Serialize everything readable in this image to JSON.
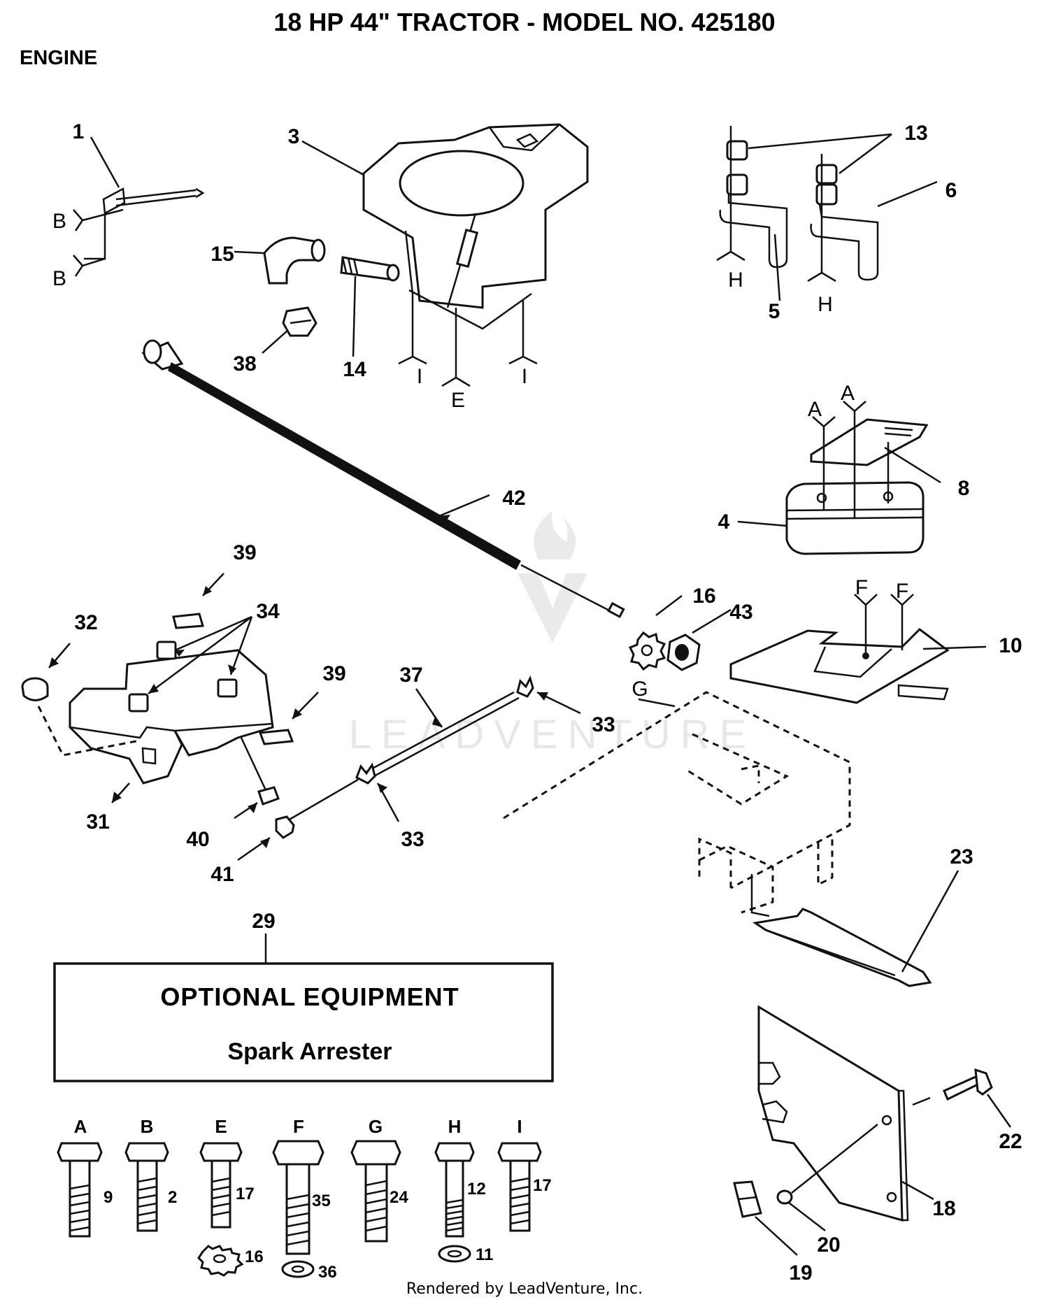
{
  "header": {
    "title": "18 HP 44\" TRACTOR - MODEL NO. 425180",
    "section": "ENGINE"
  },
  "watermark": "LEADVENTURE",
  "callouts": {
    "c1": "1",
    "c2": "2",
    "c3": "3",
    "c4": "4",
    "c5": "5",
    "c6": "6",
    "c8": "8",
    "c9": "9",
    "c10": "10",
    "c11": "11",
    "c12": "12",
    "c13": "13",
    "c14": "14",
    "c15": "15",
    "c16": "16",
    "c17": "17",
    "c18": "18",
    "c19": "19",
    "c20": "20",
    "c22": "22",
    "c23": "23",
    "c24": "24",
    "c29": "29",
    "c31": "31",
    "c32": "32",
    "c33": "33",
    "c34": "34",
    "c35": "35",
    "c36": "36",
    "c37": "37",
    "c38": "38",
    "c39": "39",
    "c40": "40",
    "c41": "41",
    "c42": "42",
    "c43": "43"
  },
  "letters": {
    "A": "A",
    "B": "B",
    "E": "E",
    "F": "F",
    "G": "G",
    "H": "H",
    "I": "I"
  },
  "optional_box": {
    "heading": "OPTIONAL EQUIPMENT",
    "item": "Spark Arrester"
  },
  "hardware_key": [
    {
      "letter": "A",
      "part": "9"
    },
    {
      "letter": "B",
      "part": "2"
    },
    {
      "letter": "E",
      "part": "17",
      "washer": "16"
    },
    {
      "letter": "F",
      "part": "35",
      "washer": "36"
    },
    {
      "letter": "G",
      "part": "24"
    },
    {
      "letter": "H",
      "part": "12",
      "washer": "11"
    },
    {
      "letter": "I",
      "part": "17"
    }
  ],
  "footer": "Rendered by LeadVenture, Inc."
}
